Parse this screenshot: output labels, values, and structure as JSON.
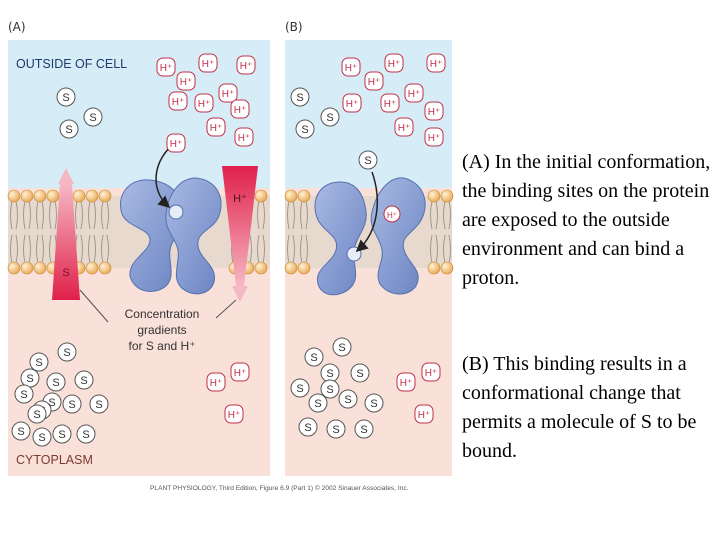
{
  "figure": {
    "panel_a_letter": "(A)",
    "panel_b_letter": "(B)",
    "outside_label": "OUTSIDE OF CELL",
    "cytoplasm_label": "CYTOPLASM",
    "gradient_label_line1": "Concentration",
    "gradient_label_line2": "gradients",
    "gradient_label_line3": "for S and H⁺",
    "s_symbol": "S",
    "h_symbol": "H⁺",
    "caption": "PLANT PHYSIOLOGY, Third Edition, Figure 6.9 (Part 1)  © 2002 Sinauer Associates, Inc."
  },
  "descriptions": {
    "a": "(A) In the initial conformation, the binding sites on the protein are exposed to the outside environment and can bind a proton.",
    "b": "(B) This binding results in a conformational change that permits a molecule of S to be bound."
  },
  "colors": {
    "outside": "#d6ecf6",
    "cytoplasm": "#f9e0d8",
    "membrane_head": "#f3c47d",
    "protein": "#7f97cf",
    "arrow_red": "#e23a5a"
  }
}
